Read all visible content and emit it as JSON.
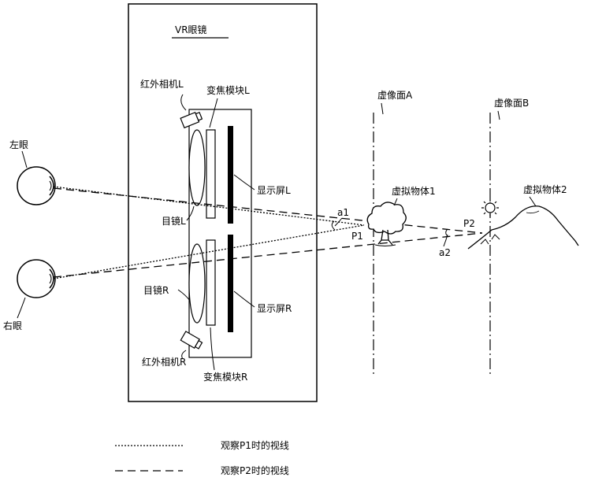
{
  "title": "VR眼镜",
  "labels": {
    "left_eye": "左眼",
    "right_eye": "右眼",
    "ir_camera_l": "红外相机L",
    "ir_camera_r": "红外相机R",
    "zoom_module_l": "变焦模块L",
    "zoom_module_r": "变焦模块R",
    "eyepiece_l": "目镜L",
    "eyepiece_r": "目镜R",
    "display_l": "显示屏L",
    "display_r": "显示屏R",
    "virtual_plane_a": "虚像面A",
    "virtual_plane_b": "虚像面B",
    "virtual_object_1": "虚拟物体1",
    "virtual_object_2": "虚拟物体2",
    "p1": "P1",
    "p2": "P2",
    "a1": "a1",
    "a2": "a2"
  },
  "legend": {
    "p1_sight_line": "观察P1时的视线",
    "p2_sight_line": "观察P2时的视线"
  }
}
